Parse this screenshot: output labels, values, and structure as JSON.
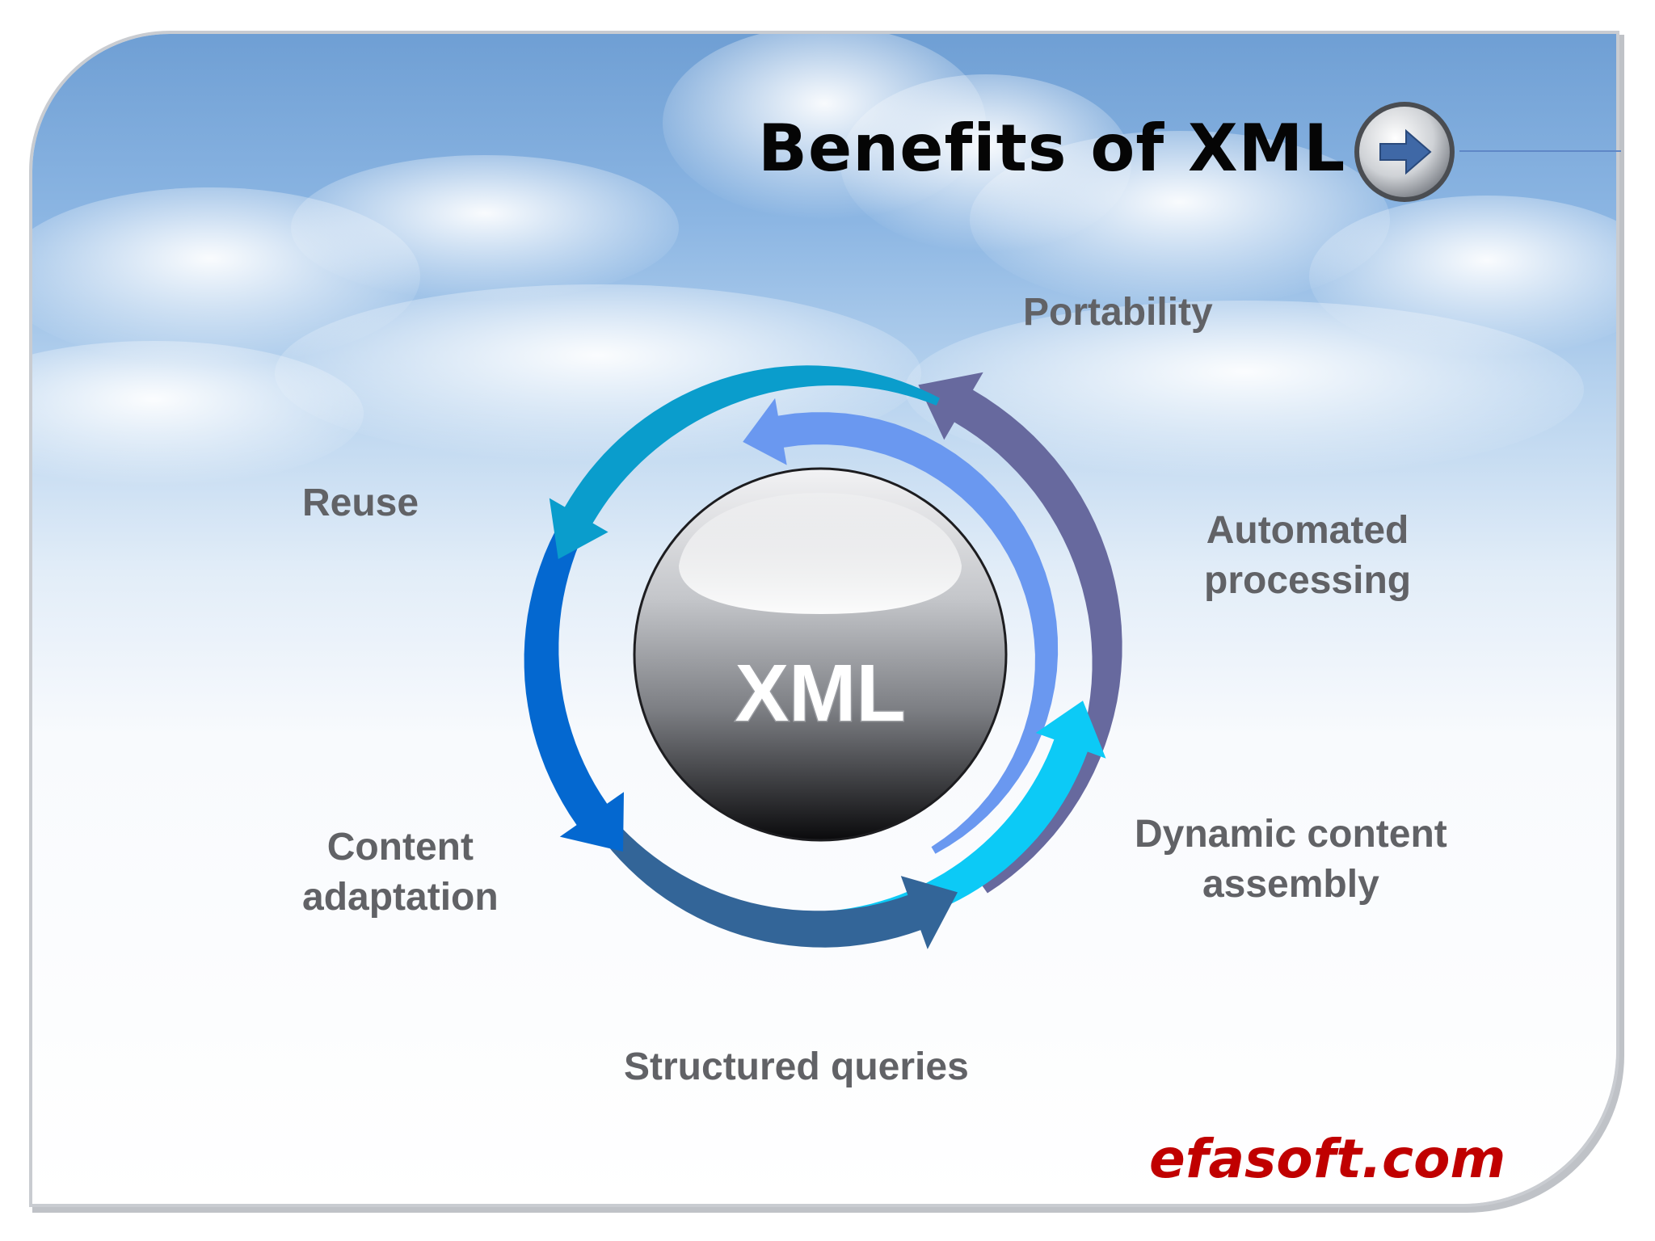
{
  "slide": {
    "title": "Benefits of XML"
  },
  "nav": {
    "icon": "right-arrow-icon"
  },
  "hub": {
    "label": "XML"
  },
  "benefits": [
    {
      "id": "portability",
      "lines": [
        "Portability"
      ],
      "color": "#6a98f0"
    },
    {
      "id": "automated-processing",
      "lines": [
        "Automated",
        "processing"
      ],
      "color": "#67699e"
    },
    {
      "id": "dynamic-content-assembly",
      "lines": [
        "Dynamic content",
        "assembly"
      ],
      "color": "#0ccaf6"
    },
    {
      "id": "structured-queries",
      "lines": [
        "Structured queries"
      ],
      "color": "#336598"
    },
    {
      "id": "content-adaptation",
      "lines": [
        "Content",
        "adaptation"
      ],
      "color": "#0468d0"
    },
    {
      "id": "reuse",
      "lines": [
        "Reuse"
      ],
      "color": "#0a9dcc"
    }
  ],
  "footer": {
    "brand": "efasoft.com"
  },
  "colors": {
    "title": "#050505",
    "label": "#616266",
    "brand": "#c00000"
  }
}
